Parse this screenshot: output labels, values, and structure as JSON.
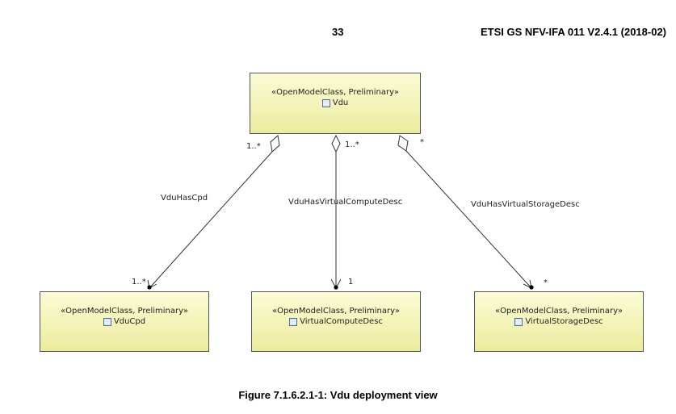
{
  "header": {
    "page_number": "33",
    "document_id": "ETSI GS NFV-IFA 011 V2.4.1 (2018-02)"
  },
  "diagram": {
    "classes": [
      {
        "id": "vdu",
        "stereotype": "«OpenModelClass, Preliminary»",
        "name": "Vdu"
      },
      {
        "id": "vducpd",
        "stereotype": "«OpenModelClass, Preliminary»",
        "name": "VduCpd"
      },
      {
        "id": "vcd",
        "stereotype": "«OpenModelClass, Preliminary»",
        "name": "VirtualComputeDesc"
      },
      {
        "id": "vsd",
        "stereotype": "«OpenModelClass, Preliminary»",
        "name": "VirtualStorageDesc"
      }
    ],
    "associations": [
      {
        "name": "VduHasCpd",
        "source": "vdu",
        "target": "vducpd",
        "source_multiplicity": "1..*",
        "target_multiplicity": "1..*"
      },
      {
        "name": "VduHasVirtualComputeDesc",
        "source": "vdu",
        "target": "vcd",
        "source_multiplicity": "1..*",
        "target_multiplicity": "1"
      },
      {
        "name": "VduHasVirtualStorageDesc",
        "source": "vdu",
        "target": "vsd",
        "source_multiplicity": "*",
        "target_multiplicity": "*"
      }
    ]
  },
  "caption": "Figure 7.1.6.2.1-1: Vdu deployment view"
}
